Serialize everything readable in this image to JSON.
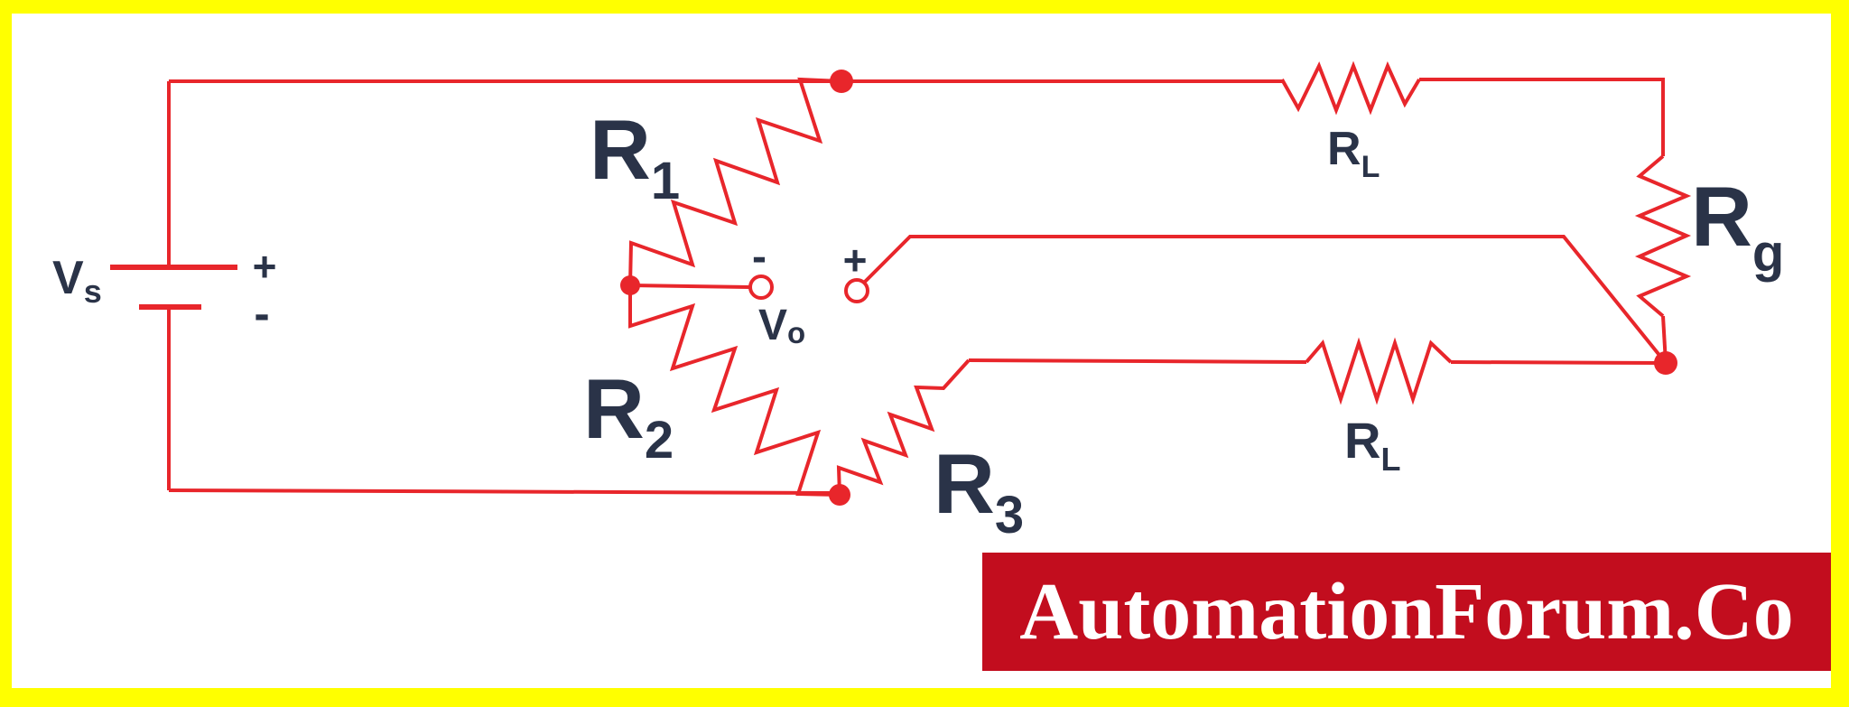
{
  "colors": {
    "frame_yellow": "#ffff00",
    "background": "#ffffff",
    "wire_red": "#e8262b",
    "label_navy": "#2a3348",
    "banner_red": "#c20d1e",
    "banner_text": "#ffffff"
  },
  "circuit": {
    "source": {
      "main": "V",
      "sub": "s",
      "plus": "+",
      "minus": "-"
    },
    "resistors": {
      "r1": {
        "main": "R",
        "sub": "1"
      },
      "r2": {
        "main": "R",
        "sub": "2"
      },
      "r3": {
        "main": "R",
        "sub": "3"
      },
      "rl_top": {
        "main": "R",
        "sub": "L"
      },
      "rl_bottom": {
        "main": "R",
        "sub": "L"
      },
      "rg": {
        "main": "R",
        "sub": "g"
      }
    },
    "output": {
      "main": "V",
      "sub": "o",
      "minus": "-",
      "plus": "+"
    }
  },
  "watermark": {
    "text": "AutomationForum.Co"
  }
}
